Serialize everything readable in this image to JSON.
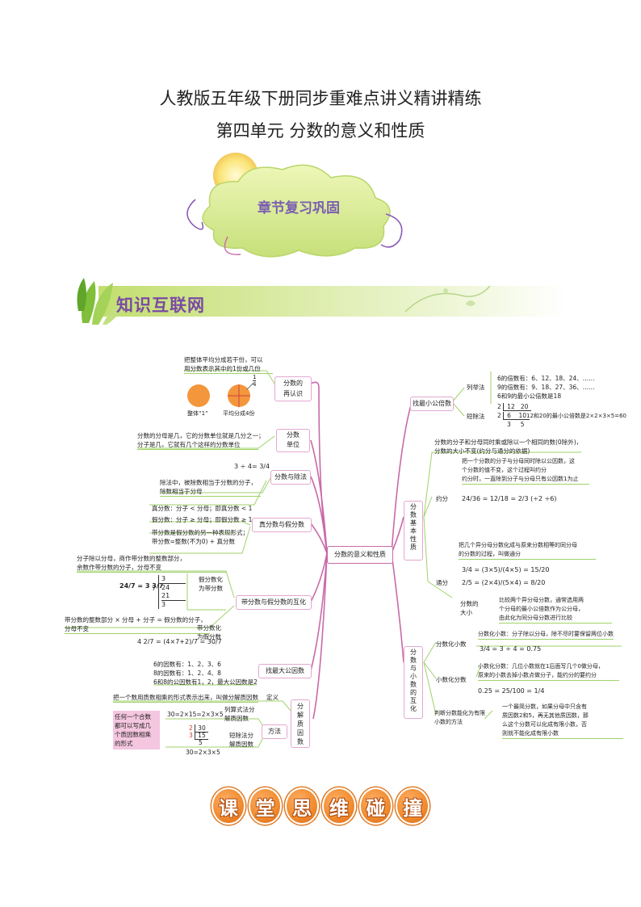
{
  "header": {
    "line1": "人教版五年级下册同步重难点讲义精讲精练",
    "line2": "第四单元  分数的意义和性质"
  },
  "section_badge": "章节复习巩固",
  "knowledge_banner": "知识互联网",
  "bottom_banner": [
    "课",
    "堂",
    "思",
    "维",
    "碰",
    "撞"
  ],
  "mindmap": {
    "center": "分数的意义和性质",
    "left": {
      "meaning": {
        "label": "分数的\n再认识",
        "text": "把整体平均分成若干份，可以\n用分数表示其中的1份或几份",
        "fig_frac_num": "1",
        "fig_frac_den": "4",
        "fig_label1": "整体“1”",
        "fig_label2": "平均分成4份"
      },
      "unit": {
        "label": "分数\n单位",
        "text": "分数的分母是几，它的分数单位就是几分之一；\n分子是几，它就有几个这样的分数单位"
      },
      "division": {
        "label": "分数与除法",
        "formula": "3 ÷ 4= 3/4",
        "text": "除法中，被除数相当于分数的分子，\n除数相当于分母"
      },
      "proper_improper": {
        "label": "真分数与假分数",
        "l1": "真分数：分子 < 分母；即真分数 < 1",
        "l2": "假分数：分子 ≥ 分母；即假分数 ≥ 1",
        "l3": "带分数是假分数的另一种表现形式；",
        "l4": "带分数=整数(不为0) + 真分数"
      },
      "mixed": {
        "label": "带分数与假分数的互化",
        "t1": "分子除以分母，商作带分数的整数部分，\n余数作带分数的分子，分母不变",
        "c1": "假分数化\n为带分数",
        "eq1": "24/7 = 3 3/7",
        "div_a": "24",
        "div_b": "21",
        "div_c": "3",
        "div_q": "3",
        "div_d": "7",
        "t2": "带分数的整数部分 × 分母 + 分子 = 假分数的分子，\n分母不变",
        "c2": "带分数化\n为假分数",
        "eq2": "4 2/7 = (4×7+2)/7 = 30/7"
      },
      "gcd": {
        "label": "找最大公因数",
        "l1": "6的因数有：1、2、3、6",
        "l2": "8的因数有：1、2、4、8",
        "l3": "6和8的公因数有1，2，最大公因数是2"
      },
      "factor": {
        "label": "分\n解\n质\n因\n数",
        "def_text": "把一个数用质数相乘的形式表示出来，叫做分解质因数",
        "def_label": "定义",
        "method_label": "方法",
        "note": "任何一个合数\n都可以写成几\n个质因数相乘\n的形式",
        "m1": "30=2×15=2×3×5",
        "m1_label": "列算式法分\n解质因数",
        "m2_label": "短除法分\n解质因数",
        "m2_res": "30=2×3×5",
        "sd": [
          "2",
          "30",
          "3",
          "15",
          "5"
        ]
      }
    },
    "right": {
      "lcm": {
        "label": "找最小公倍数",
        "list_label": "列举法",
        "l1": "6的倍数有：6、12、18、24、……",
        "l2": "9的倍数有：9、18、27、36、……",
        "l3": "6和9的最小公倍数是18",
        "short_label": "短除法",
        "short_res": "12和20的最小公倍数是2×2×3×5=60",
        "sd": [
          "2",
          "12",
          "20",
          "2",
          "6",
          "10",
          "3",
          "5"
        ]
      },
      "property": {
        "label": "分\n数\n基\n本\n性\n质",
        "def": "分数的分子和分母同时乘或除以一个相同的数(0除外)，\n分数的大小不变(约分与通分的依据)",
        "reduce_label": "约分",
        "reduce_text": "把一个分数的分子与分母同时除以公因数，这\n个分数的值不变，这个过程叫约分\n约分时，一直除到分子与分母只有公因数1为止",
        "ex1": "24/36 = 12/18 = 2/3 (÷2 ÷6)",
        "common_label": "通分",
        "common_text": "把几个异分母分数化成与原来分数相等的同分母\n的分数的过程，叫做通分",
        "ex2a": "3/4 = (3×5)/(4×5) = 15/20",
        "ex2b": "2/5 = (2×4)/(5×4) = 8/20",
        "size_label": "分数的\n大小",
        "size_text": "比较两个异分母分数，通常选用两\n个分母的最小公倍数作为公分母，\n由此化为同分母分数进行比较"
      },
      "decimal": {
        "label": "分\n数\n与\n小\n数\n的\n互\n化",
        "f2d_label": "分数化小数",
        "f2d_text": "分数化小数：分子除以分母，除不尽时要保留两位小数",
        "f2d_ex": "3/4 = 3 ÷ 4 = 0.75",
        "d2f_label": "小数化分数",
        "d2f_text": "小数化分数：几位小数就在1后面写几个0做分母，\n原来的小数去掉小数点做分子，能约分的要约分",
        "d2f_ex": "0.25 = 25/100 = 1/4",
        "judge_label": "判断分数能化为有限\n小数的方法",
        "judge_text": "一个最简分数，如果分母中只含有\n质因数2和5，再无其他质因数，那\n么这个分数可以化成有限小数，否\n则就不能化成有限小数"
      }
    }
  },
  "colors": {
    "accent_pink": "#e3a7d1",
    "branch_pink": "#c96aa8",
    "green": "#9fd26a",
    "banner_orange": "#f08a2c",
    "red": "#d9342b"
  }
}
